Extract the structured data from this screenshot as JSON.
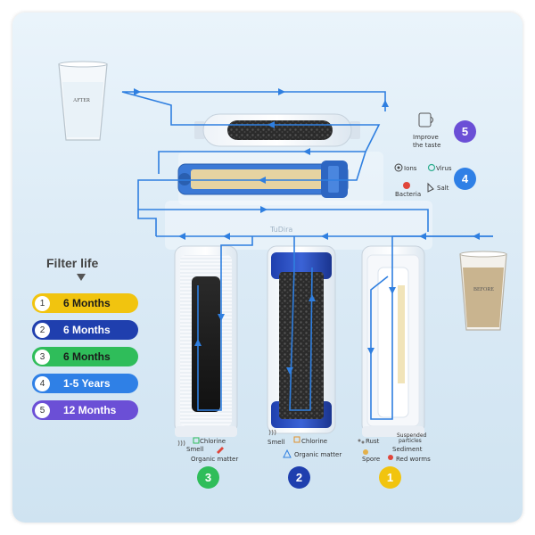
{
  "legend": {
    "title": "Filter life",
    "items": [
      {
        "num": "1",
        "label": "6 Months",
        "bg": "#f1c40f",
        "color": "#1a1a1a"
      },
      {
        "num": "2",
        "label": "6 Months",
        "bg": "#1f3fae",
        "color": "#ffffff"
      },
      {
        "num": "3",
        "label": "6 Months",
        "bg": "#2fbd5a",
        "color": "#1a1a1a"
      },
      {
        "num": "4",
        "label": "1-5 Years",
        "bg": "#2f80e6",
        "color": "#ffffff"
      },
      {
        "num": "5",
        "label": "12 Months",
        "bg": "#6b4fd6",
        "color": "#ffffff"
      }
    ]
  },
  "glasses": {
    "after": "AFTER",
    "before": "BEFORE"
  },
  "brand": "TuDira",
  "stage5": {
    "badge": "5",
    "color": "#6b4fd6",
    "text_line1": "Improve",
    "text_line2": "the taste"
  },
  "stage4": {
    "badge": "4",
    "color": "#2f80e6",
    "ions": "Ions",
    "virus": "Virus",
    "bacteria": "Bacteria",
    "salt": "Salt"
  },
  "stage3": {
    "badge": "3",
    "color": "#2fbd5a",
    "chlorine": "Chlorine",
    "smell": "Smell",
    "organic": "Organic matter"
  },
  "stage2": {
    "badge": "2",
    "color": "#1f3fae",
    "smell": "Smell",
    "chlorine": "Chlorine",
    "organic": "Organic matter"
  },
  "stage1": {
    "badge": "1",
    "color": "#f1c40f",
    "rust": "Rust",
    "suspended1": "Suspended",
    "suspended2": "particles",
    "spore": "Spore",
    "sediment": "Sediment",
    "redworms": "Red worms"
  }
}
